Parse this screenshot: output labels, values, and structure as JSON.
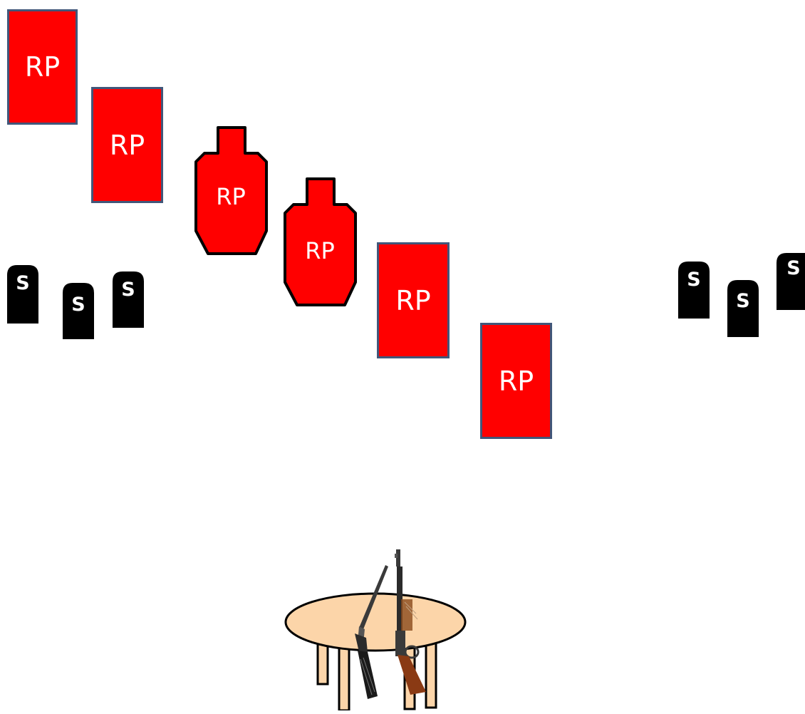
{
  "stage": {
    "target_colors": {
      "fill": "#ff0000",
      "border": "#41577a",
      "text": "#ffffff",
      "steel": "#000000",
      "table": "#fcd5a9"
    },
    "rp_targets": [
      {
        "label": "RP",
        "shape": "rectangle"
      },
      {
        "label": "RP",
        "shape": "rectangle"
      },
      {
        "label": "RP",
        "shape": "silhouette"
      },
      {
        "label": "RP",
        "shape": "silhouette"
      },
      {
        "label": "RP",
        "shape": "rectangle"
      },
      {
        "label": "RP",
        "shape": "rectangle"
      }
    ],
    "shotgun_targets_left": [
      {
        "label": "S"
      },
      {
        "label": "S"
      },
      {
        "label": "S"
      }
    ],
    "shotgun_targets_right": [
      {
        "label": "S"
      },
      {
        "label": "S"
      },
      {
        "label": "S"
      }
    ],
    "props": {
      "table_icon": "table-icon",
      "shotgun_icon": "shotgun-icon",
      "rifle_icon": "rifle-icon"
    }
  }
}
